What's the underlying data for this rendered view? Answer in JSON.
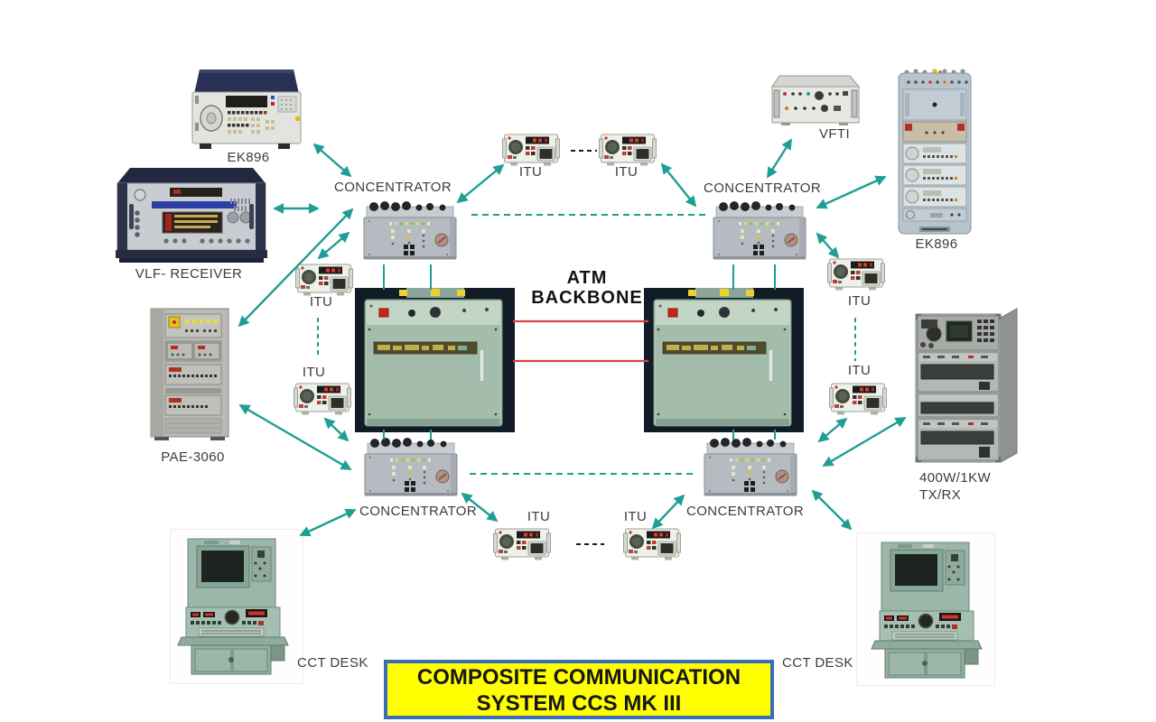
{
  "diagram": {
    "title_box": {
      "line1": "COMPOSITE COMMUNICATION",
      "line2": "SYSTEM CCS MK III"
    },
    "backbone": {
      "line1": "ATM",
      "line2": "BACKBONE"
    },
    "labels": {
      "ek896_top_left": "EK896",
      "vlf_receiver": "VLF- RECEIVER",
      "pae_3060": "PAE-3060",
      "concentrator_top_left": "CONCENTRATOR",
      "concentrator_top_right": "CONCENTRATOR",
      "concentrator_bottom_left": "CONCENTRATOR",
      "concentrator_bottom_right": "CONCENTRATOR",
      "itu_top_1": "ITU",
      "itu_top_2": "ITU",
      "itu_left_1": "ITU",
      "itu_left_2": "ITU",
      "itu_right_1": "ITU",
      "itu_right_2": "ITU",
      "itu_bottom_1": "ITU",
      "itu_bottom_2": "ITU",
      "vfti": "VFTI",
      "ek896_right": "EK896",
      "tx_rx_line1": "400W/1KW",
      "tx_rx_line2": "TX/RX",
      "cct_desk_left": "CCT DESK",
      "cct_desk_right": "CCT DESK"
    },
    "colors": {
      "arrow_teal": "#1f9e93",
      "backbone_red": "#d94444",
      "title_bg": "#ffff00",
      "title_border": "#3a6db8",
      "label_text": "#3c3c3c"
    },
    "links": [
      {
        "from": "EK896 receiver",
        "to": "Concentrator top-left"
      },
      {
        "from": "VLF- Receiver",
        "to": "Concentrator top-left"
      },
      {
        "from": "PAE-3060",
        "to": "Concentrator top-left"
      },
      {
        "from": "PAE-3060",
        "to": "Concentrator bottom-left"
      },
      {
        "from": "ITU left upper",
        "to": "Concentrator top-left"
      },
      {
        "from": "ITU top-left",
        "to": "Concentrator top-left"
      },
      {
        "from": "ITU top-right",
        "to": "Concentrator top-right"
      },
      {
        "from": "VFTI",
        "to": "Concentrator top-right"
      },
      {
        "from": "EK896 rack",
        "to": "Concentrator top-right"
      },
      {
        "from": "ITU right upper",
        "to": "Concentrator top-right"
      },
      {
        "from": "ITU right lower",
        "to": "Concentrator bottom-right"
      },
      {
        "from": "400W/1KW TX/RX",
        "to": "Concentrator bottom-right"
      },
      {
        "from": "CCT Desk right",
        "to": "Concentrator bottom-right"
      },
      {
        "from": "ITU bottom-right",
        "to": "Concentrator bottom-right"
      },
      {
        "from": "ITU left lower",
        "to": "Concentrator bottom-left"
      },
      {
        "from": "CCT Desk left",
        "to": "Concentrator bottom-left"
      },
      {
        "from": "ITU bottom-left",
        "to": "Concentrator bottom-left"
      },
      {
        "from": "ATM switch left",
        "to": "ATM switch right",
        "style": "red-backbone"
      }
    ]
  }
}
